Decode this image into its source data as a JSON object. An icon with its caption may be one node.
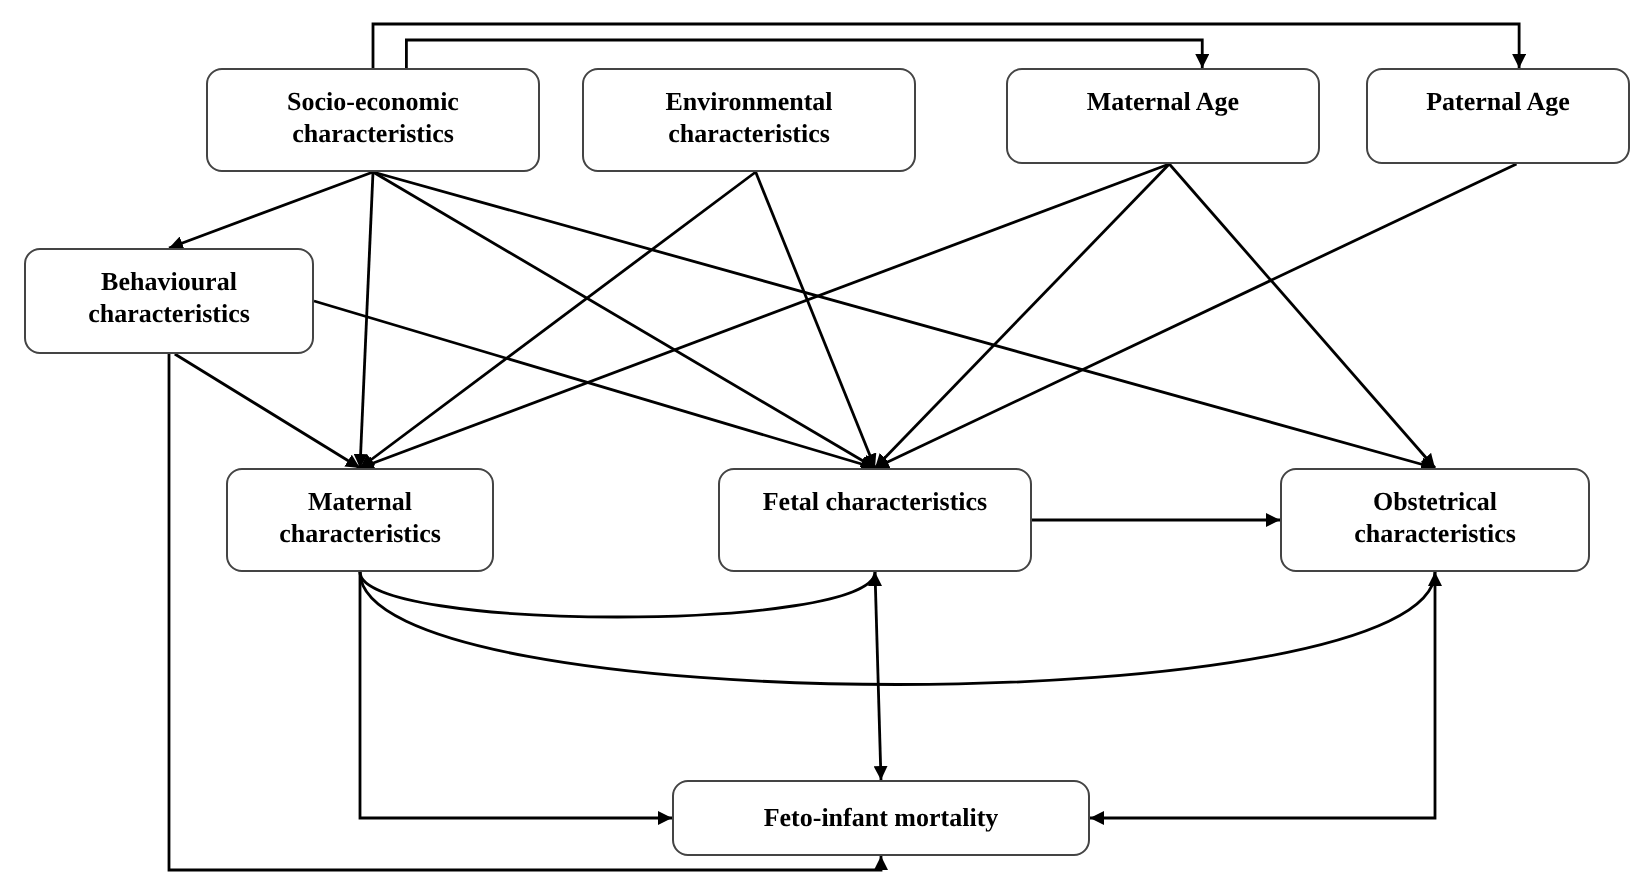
{
  "diagram": {
    "nodes": [
      {
        "text": [
          "Socio-economic characteristics"
        ]
      },
      {
        "text": [
          "Environmental characteristics"
        ]
      },
      {
        "text": [
          "Maternal Age"
        ]
      },
      {
        "text": [
          "Paternal Age"
        ]
      },
      {
        "text": [
          "Behavioural characteristics"
        ]
      },
      {
        "text": [
          "Maternal characteristics"
        ]
      },
      {
        "text": [
          "Fetal characteristics"
        ]
      },
      {
        "text": [
          "Obstetrical characteristics"
        ]
      },
      {
        "text": [
          "Feto-infant mortality"
        ]
      }
    ],
    "edges": [
      {
        "from": 0,
        "to": 2,
        "arrow": "to"
      },
      {
        "from": 0,
        "to": 3,
        "arrow": "to"
      },
      {
        "from": 0,
        "to": 4,
        "arrow": "to"
      },
      {
        "from": 0,
        "to": 5,
        "arrow": "to"
      },
      {
        "from": 0,
        "to": 6,
        "arrow": "to"
      },
      {
        "from": 0,
        "to": 7,
        "arrow": "to"
      },
      {
        "from": 1,
        "to": 5,
        "arrow": "to"
      },
      {
        "from": 1,
        "to": 6,
        "arrow": "to"
      },
      {
        "from": 2,
        "to": 5,
        "arrow": "to"
      },
      {
        "from": 2,
        "to": 6,
        "arrow": "to"
      },
      {
        "from": 2,
        "to": 7,
        "arrow": "to"
      },
      {
        "from": 3,
        "to": 6,
        "arrow": "to"
      },
      {
        "from": 4,
        "to": 5,
        "arrow": "to"
      },
      {
        "from": 4,
        "to": 6,
        "arrow": "to"
      },
      {
        "from": 4,
        "to": 8,
        "arrow": "to"
      },
      {
        "from": 5,
        "to": 6,
        "arrow": "to"
      },
      {
        "from": 5,
        "to": 7,
        "arrow": "to"
      },
      {
        "from": 5,
        "to": 8,
        "arrow": "to"
      },
      {
        "from": 6,
        "to": 7,
        "arrow": "to"
      },
      {
        "from": 6,
        "to": 8,
        "arrow": "to"
      },
      {
        "from": 7,
        "to": 8,
        "arrow": "to"
      }
    ]
  }
}
